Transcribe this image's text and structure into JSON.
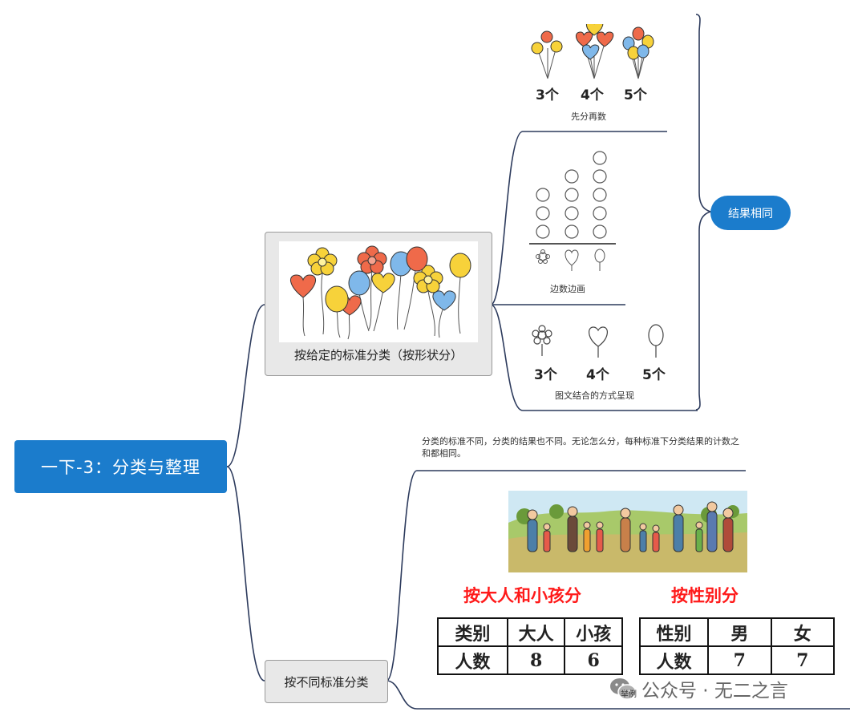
{
  "root": {
    "title": "一下-3：分类与整理"
  },
  "branch1": {
    "caption": "按给定的标准分类（按形状分）",
    "method1": {
      "counts": [
        "3个",
        "4个",
        "5个"
      ],
      "label": "先分再数"
    },
    "method2": {
      "label": "边数边画",
      "columns": [
        3,
        4,
        5
      ]
    },
    "method3": {
      "counts": [
        "3个",
        "4个",
        "5个"
      ],
      "label": "图文结合的方式呈现"
    },
    "result": "结果相同"
  },
  "branch2": {
    "label": "按不同标准分类",
    "note": "分类的标准不同，分类的结果也不同。无论怎么分，每种标准下分类结果的计数之和都相同。",
    "heading_left": "按大人和小孩分",
    "heading_right": "按性别分",
    "table_left": {
      "rows": [
        [
          "类别",
          "大人",
          "小孩"
        ],
        [
          "人数",
          "8",
          "6"
        ]
      ]
    },
    "table_right": {
      "rows": [
        [
          "性别",
          "男",
          "女"
        ],
        [
          "人数",
          "7",
          "7"
        ]
      ]
    },
    "example": "举例"
  },
  "watermark": "公众号 · 无二之言",
  "colors": {
    "accent": "#1b7ccc",
    "line": "#2c3a5c",
    "heading": "#ff1a1a"
  }
}
